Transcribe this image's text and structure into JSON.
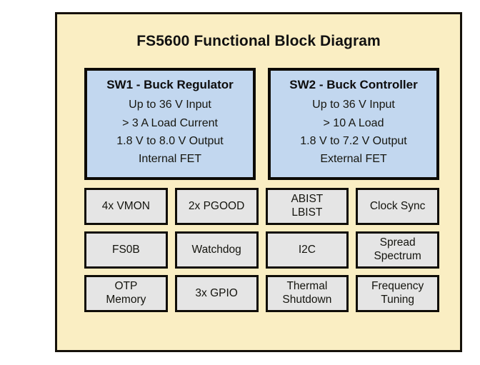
{
  "diagram": {
    "title": "FS5600 Functional Block Diagram",
    "colors": {
      "panel_background": "#faeec3",
      "panel_border": "#15110a",
      "switcher_block_fill": "#c2d7ef",
      "switcher_block_border": "#0d0b06",
      "feature_block_fill": "#e5e5e5",
      "feature_block_border": "#100d08",
      "text": "#111111",
      "page_background": "#ffffff"
    },
    "switchers": [
      {
        "title": "SW1 - Buck Regulator",
        "lines": [
          "Up to 36 V Input",
          "> 3 A Load Current",
          "1.8 V to 8.0 V Output",
          "Internal FET"
        ]
      },
      {
        "title": "SW2 - Buck Controller",
        "lines": [
          "Up to 36 V Input",
          "> 10 A Load",
          "1.8 V to 7.2 V Output",
          "External FET"
        ]
      }
    ],
    "features": [
      {
        "lines": [
          "4x VMON"
        ]
      },
      {
        "lines": [
          "2x PGOOD"
        ]
      },
      {
        "lines": [
          "ABIST",
          "LBIST"
        ]
      },
      {
        "lines": [
          "Clock Sync"
        ]
      },
      {
        "lines": [
          "FS0B"
        ]
      },
      {
        "lines": [
          "Watchdog"
        ]
      },
      {
        "lines": [
          "I2C"
        ]
      },
      {
        "lines": [
          "Spread",
          "Spectrum"
        ]
      },
      {
        "lines": [
          "OTP",
          "Memory"
        ]
      },
      {
        "lines": [
          "3x GPIO"
        ]
      },
      {
        "lines": [
          "Thermal",
          "Shutdown"
        ]
      },
      {
        "lines": [
          "Frequency",
          "Tuning"
        ]
      }
    ]
  }
}
